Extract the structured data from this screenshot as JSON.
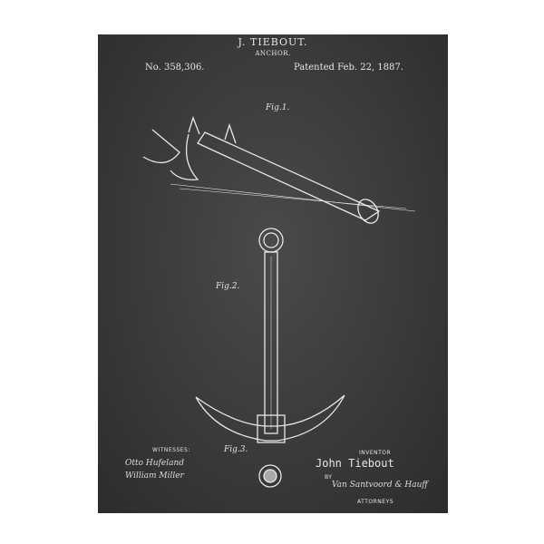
{
  "header": {
    "inventor_name": "J. TIEBOUT.",
    "subject": "ANCHOR.",
    "patent_number": "No. 358,306.",
    "patent_date": "Patented Feb. 22, 1887."
  },
  "figures": {
    "fig1": "Fig.1.",
    "fig2": "Fig.2.",
    "fig3": "Fig.3."
  },
  "footer": {
    "witnesses_label": "WITNESSES:",
    "witness_1": "Otto Hufeland",
    "witness_2": "William Miller",
    "inventor_label": "INVENTOR",
    "inventor": "John Tiebout",
    "by_label": "BY",
    "attorneys_signature": "Van Santvoord & Hauff",
    "attorneys_label": "ATTORNEYS"
  },
  "colors": {
    "board": "#3a3a3a",
    "chalk": "#e6e6e6"
  }
}
